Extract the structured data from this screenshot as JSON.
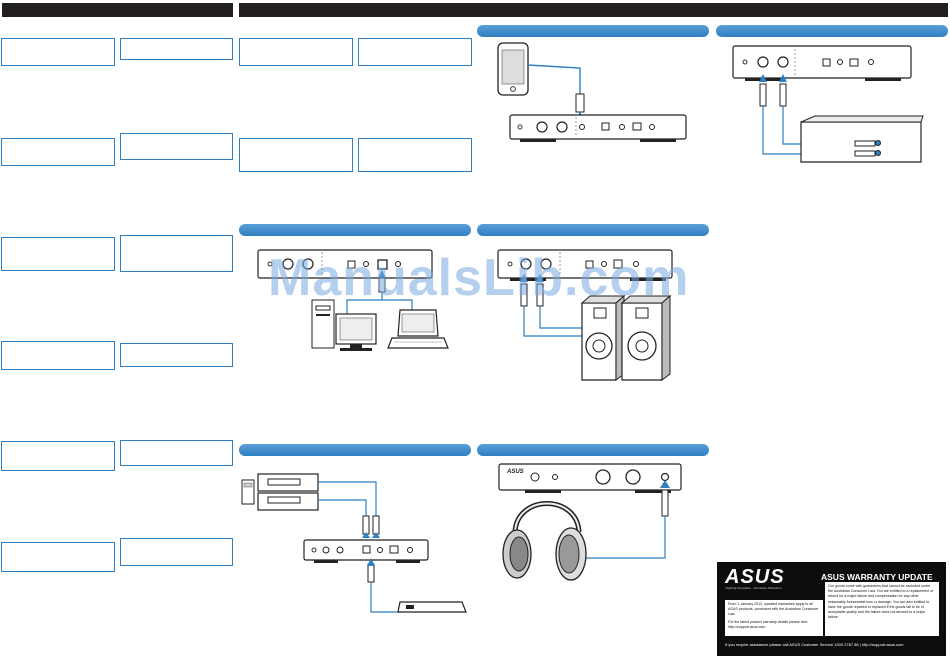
{
  "watermark": "ManualsLib.com",
  "colors": {
    "accent": "#2f7fc1",
    "topbar": "#231f20",
    "warranty_bg": "#0d0d0d"
  },
  "warranty": {
    "logo": "ASUS",
    "logo_tagline": "Inspiring Innovation · Persistent Perfection",
    "title": "ASUS WARRANTY UPDATE",
    "left_paragraphs": [
      "From 1 January 2012, updated warranties apply to all ASUS products, consistent with the Australian Consumer Law.",
      "For the latest product warranty details please visit: http://support.asus.com"
    ],
    "right_text": "Our goods come with guarantees that cannot be excluded under the Australian Consumer Law. You are entitled to a replacement or refund for a major failure and compensation for any other reasonably foreseeable loss or damage. You are also entitled to have the goods repaired or replaced if the goods fail to be of acceptable quality and the failure does not amount to a major failure.",
    "footer": "If you require assistance please call ASUS Customer Service 1300 2787 88  |  http://support.asus.com"
  }
}
